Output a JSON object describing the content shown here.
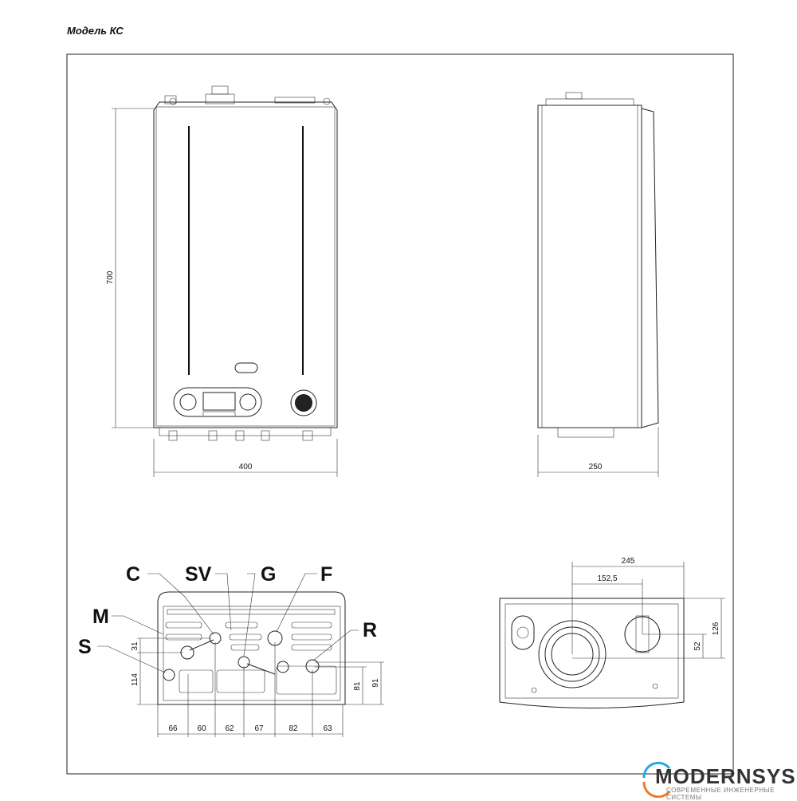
{
  "title": "Модель КС",
  "front_view": {
    "height_dim": "700",
    "width_dim": "400"
  },
  "side_view": {
    "depth_dim": "250"
  },
  "bottom_view": {
    "labels": {
      "C": "C",
      "SV": "SV",
      "G": "G",
      "F": "F",
      "M": "M",
      "S": "S",
      "R": "R"
    },
    "horizontal_dims": [
      "66",
      "60",
      "62",
      "67",
      "82",
      "63"
    ],
    "left_dims": {
      "upper": "31",
      "lower": "114"
    },
    "right_dims": {
      "inner": "81",
      "outer": "91"
    }
  },
  "top_view": {
    "width_dim": "245",
    "flue_offset_dim": "152,5",
    "depth_dim": "126",
    "flue_depth_dim": "52"
  },
  "logo": {
    "name": "MODERNSYS",
    "tagline": "СОВРЕМЕННЫЕ ИНЖЕНЕРНЫЕ СИСТЕМЫ",
    "ring_color_top": "#29a8e0",
    "ring_color_bottom": "#f07a2a"
  }
}
